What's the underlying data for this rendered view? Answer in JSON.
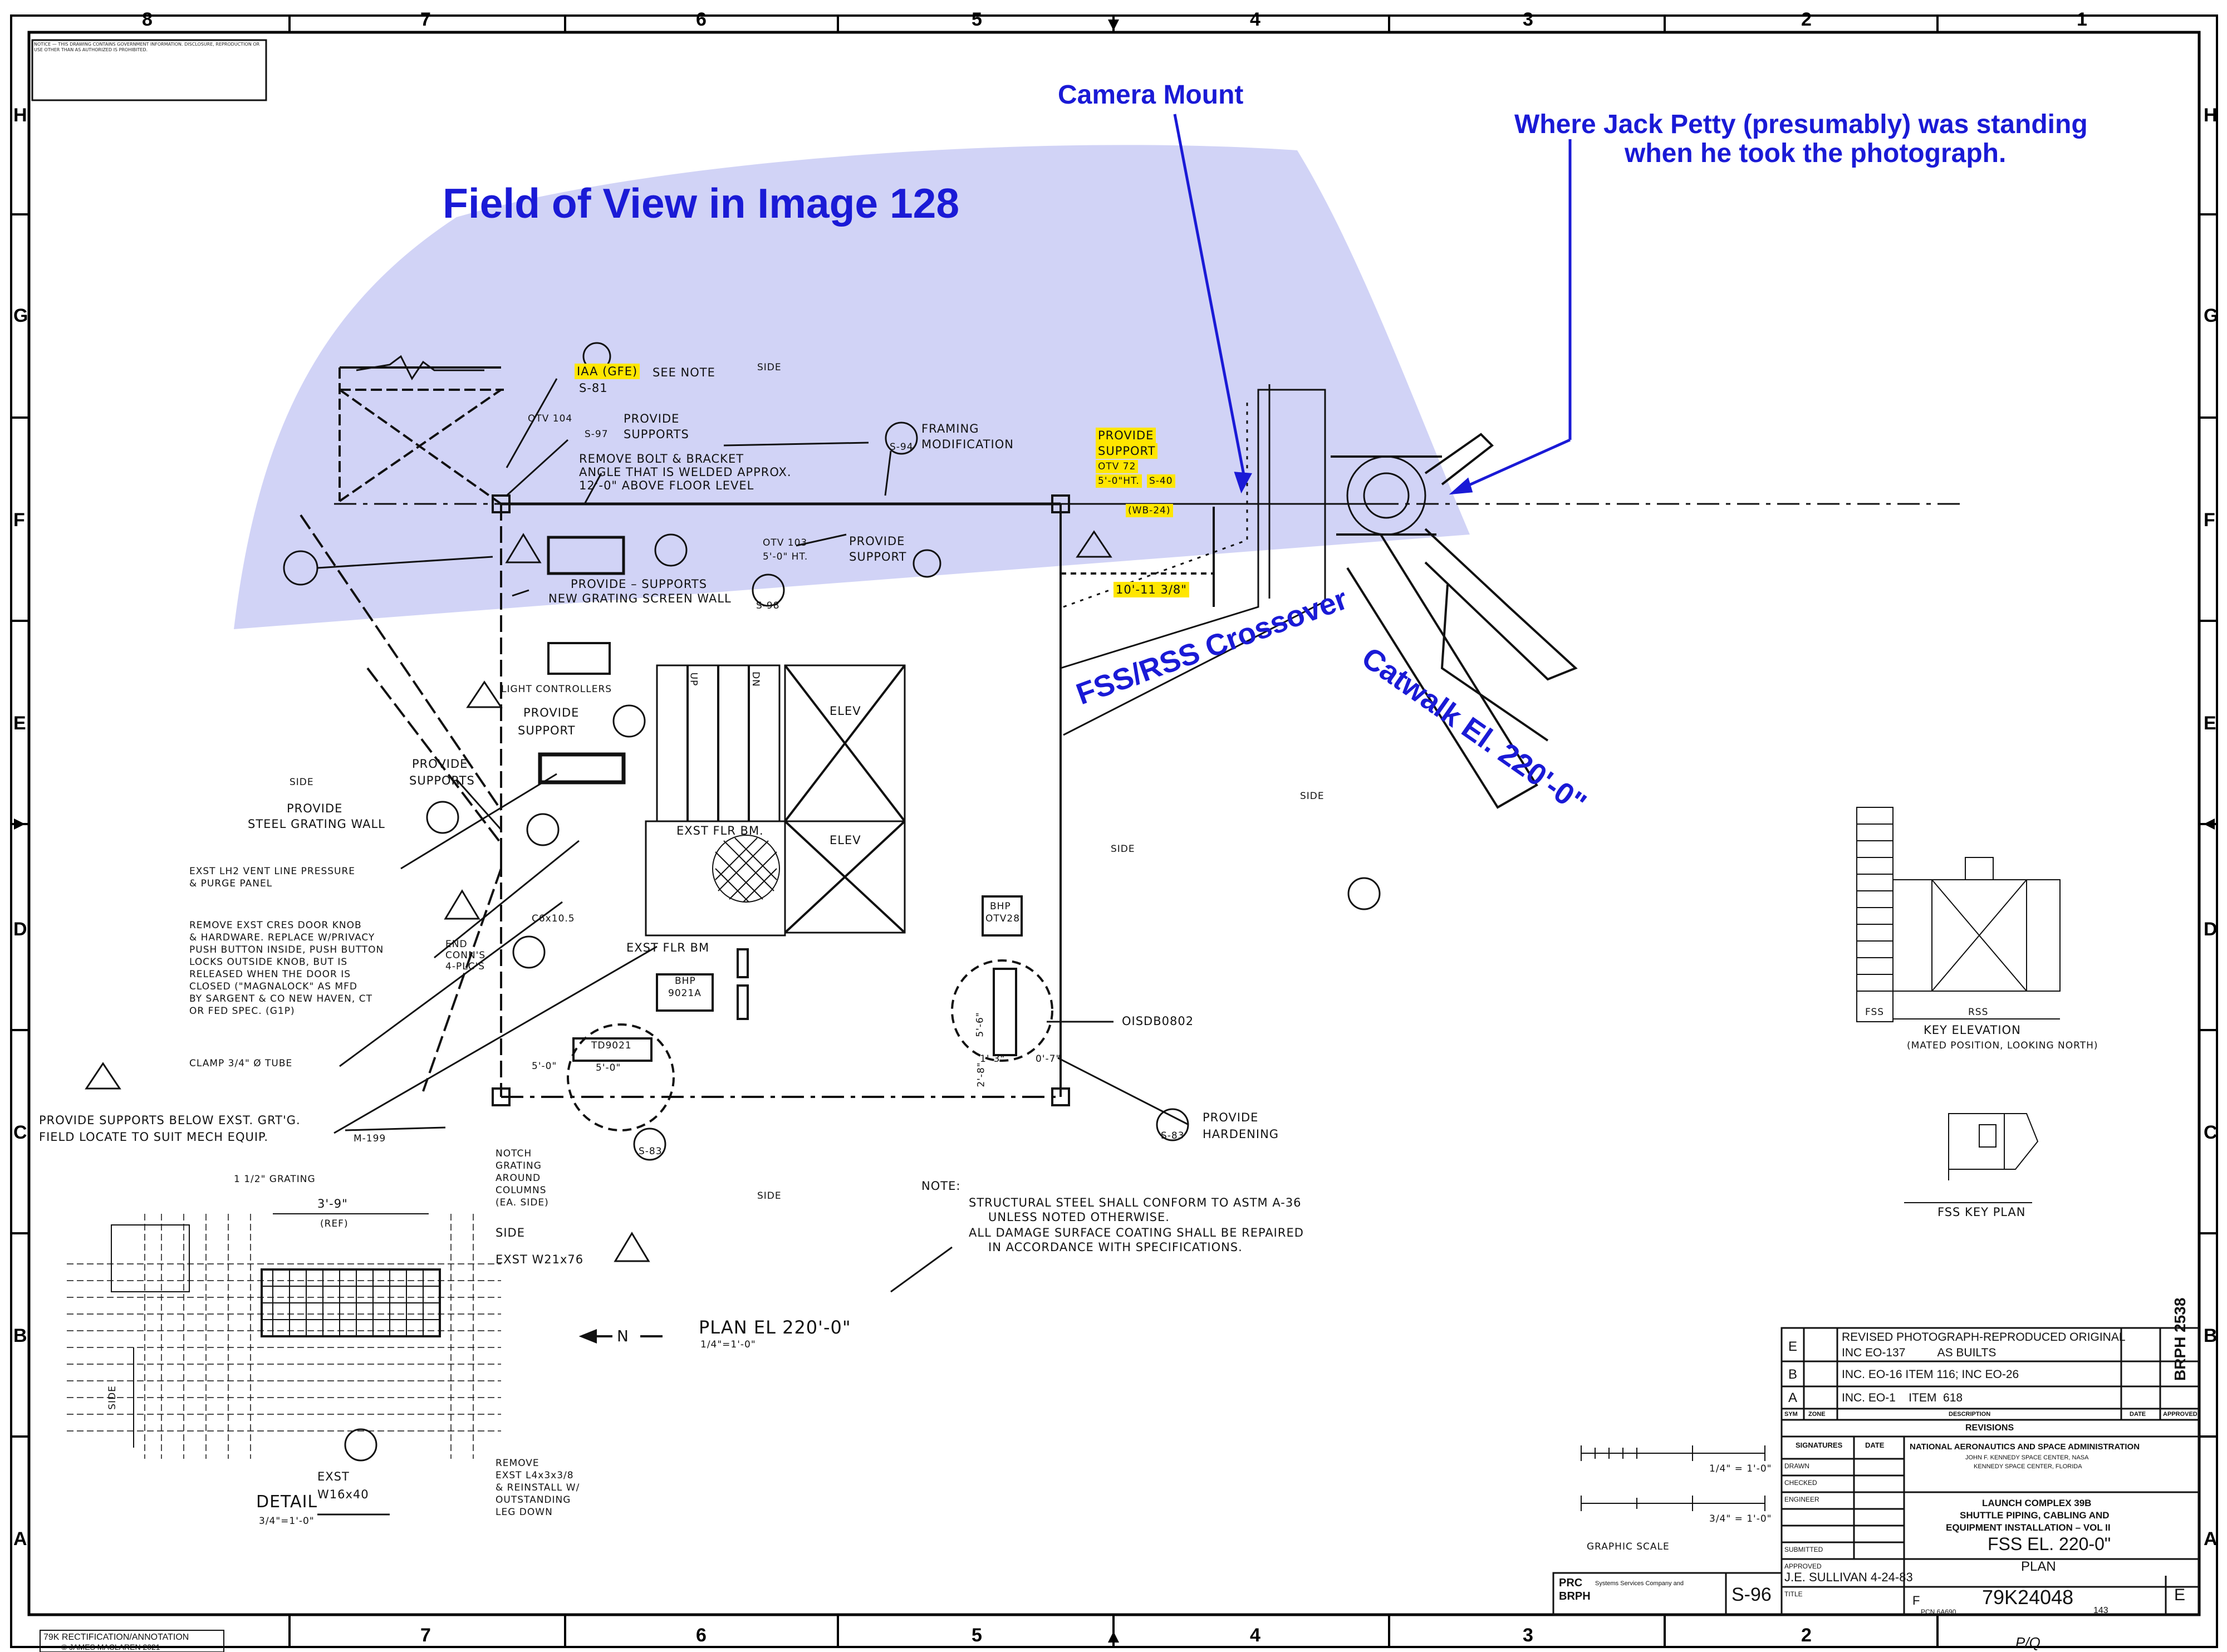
{
  "annotations": {
    "field_of_view": "Field of View in Image 128",
    "camera_mount": "Camera Mount",
    "jack_petty_line1": "Where Jack Petty (presumably) was standing",
    "jack_petty_line2": "when he took the photograph.",
    "crossover": "FSS/RSS Crossover",
    "catwalk": "Catwalk El. 220'-0\""
  },
  "border": {
    "top_numbers": [
      "8",
      "7",
      "6",
      "5",
      "4",
      "3",
      "2",
      "1"
    ],
    "side_letters": [
      "H",
      "G",
      "F",
      "E",
      "D",
      "C",
      "B",
      "A"
    ]
  },
  "notice_text": "NOTICE — THIS DRAWING CONTAINS GOVERNMENT INFORMATION. DISCLOSURE, REPRODUCTION OR USE OTHER THAN AS AUTHORIZED IS PROHIBITED.",
  "callouts": {
    "iaa": "IAA (GFE)",
    "see_note": "SEE NOTE",
    "s81": "S-81",
    "side1_top": "SIDE",
    "otv104": "OTV 104",
    "provide_supports_s97": "PROVIDE",
    "supports": "SUPPORTS",
    "s97": "S-97",
    "remove_bolt_1": "REMOVE BOLT & BRACKET",
    "remove_bolt_2": "ANGLE THAT IS WELDED APPROX.",
    "remove_bolt_3": "12'-0\" ABOVE FLOOR LEVEL",
    "framing_1": "FRAMING",
    "framing_2": "MODIFICATION",
    "s94": "S-94",
    "provide_support_hl_1": "PROVIDE",
    "provide_support_hl_2": "SUPPORT",
    "otv72": "OTV 72",
    "hts": "5'-0\"HT.",
    "s40": "S-40",
    "wb24": "(WB-24)",
    "otv103": "OTV 103",
    "ht_s40": "5'-0\" HT.",
    "provide_support_2a": "PROVIDE",
    "provide_support_2b": "SUPPORT",
    "dim_10_11": "10'-11 3/8\"",
    "provide_supports_grating_1": "PROVIDE – SUPPORTS",
    "provide_supports_grating_2": "NEW GRATING SCREEN WALL",
    "s98": "S-98",
    "light_controllers": "LIGHT CONTROLLERS",
    "provide_support_3a": "PROVIDE",
    "provide_support_3b": "SUPPORT",
    "elev1": "ELEV",
    "elev2": "ELEV",
    "up": "UP",
    "dn": "DN",
    "side4": "SIDE",
    "provide_supports_4a": "PROVIDE",
    "provide_supports_4b": "SUPPORTS",
    "provide_wall_1": "PROVIDE",
    "provide_wall_2": "STEEL GRATING WALL",
    "exst_flr_bm": "EXST FLR BM.",
    "exst_flr_bm2": "EXST FLR BM",
    "exst_lh2_1": "EXST LH2 VENT LINE PRESSURE",
    "exst_lh2_2": "& PURGE PANEL",
    "remove_door_1": "REMOVE EXST CRES DOOR KNOB",
    "remove_door_2": "& HARDWARE. REPLACE W/PRIVACY",
    "remove_door_3": "PUSH BUTTON INSIDE, PUSH BUTTON",
    "remove_door_4": "LOCKS OUTSIDE KNOB, BUT IS",
    "remove_door_5": "RELEASED WHEN THE DOOR IS",
    "remove_door_6": "CLOSED (\"MAGNALOCK\" AS MFD",
    "remove_door_7": "BY SARGENT & CO NEW HAVEN, CT",
    "remove_door_8": "OR FED SPEC. (G1P)",
    "end_conns_1": "END",
    "end_conns_2": "CONN'S",
    "end_conns_3": "4-PLC'S",
    "c6": "C6x10.5",
    "bhp9021a_1": "BHP",
    "bhp9021a_2": "9021A",
    "bhp_otv28_1": "BHP",
    "bhp_otv28_2": "OTV28",
    "side2": "SIDE",
    "side5": "SIDE",
    "oisdb": "OISDB0802",
    "td9021": "TD9021",
    "dim_5_0": "5'-0\"",
    "dim_5_0b": "5'-0\"",
    "dim_5_6": "5'-6\"",
    "dim_1_3": "1'-3\"",
    "dim_0_7": "0'-7\"",
    "dim_2_8": "2'-8\"",
    "clamp": "CLAMP 3/4\" Ø TUBE",
    "provide_below_1": "PROVIDE SUPPORTS BELOW EXST. GRT'G.",
    "provide_below_2": "FIELD LOCATE TO SUIT MECH EQUIP.",
    "m199": "M-199",
    "s83": "S-83",
    "provide_hardening_1": "PROVIDE",
    "provide_hardening_2": "HARDENING",
    "s83b": "S-83",
    "side3": "SIDE",
    "one_half_grating": "1 1/2\" GRATING",
    "dim_3_9": "3'-9\"",
    "ref": "(REF)",
    "notch_1": "NOTCH",
    "notch_2": "GRATING",
    "notch_3": "AROUND",
    "notch_4": "COLUMNS",
    "notch_5": "(EA. SIDE)",
    "side1_det": "SIDE",
    "exst_w21": "EXST W21x76",
    "side4_det": "SIDE",
    "exst_w16": "EXST",
    "exst_w16b": "W16x40",
    "remove_l_1": "REMOVE",
    "remove_l_2": "EXST L4x3x3/8",
    "remove_l_3": "& REINSTALL W/",
    "remove_l_4": "OUTSTANDING",
    "remove_l_5": "LEG DOWN",
    "detail": "DETAIL",
    "detail_scale": "3/4\"=1'-0\"",
    "north": "N",
    "plan_title": "PLAN EL 220'-0\"",
    "plan_scale": "1/4\"=1'-0\"",
    "note_head": "NOTE:",
    "note1a": "STRUCTURAL STEEL SHALL CONFORM TO ASTM A-36",
    "note1b": "UNLESS NOTED OTHERWISE.",
    "note2a": "ALL DAMAGE SURFACE COATING SHALL BE REPAIRED",
    "note2b": "IN ACCORDANCE WITH SPECIFICATIONS.",
    "key_elev": "KEY ELEVATION",
    "key_elev_sub": "(MATED POSITION, LOOKING NORTH)",
    "fss_key_plan": "FSS KEY PLAN",
    "fss": "FSS",
    "rss": "RSS",
    "graphic_scale": "GRAPHIC SCALE",
    "scale1": "1/4\" = 1'-0\"",
    "scale2": "3/4\" = 1'-0\""
  },
  "title_block": {
    "revisions": [
      {
        "sym": "E",
        "desc": "REVISED PHOTOGRAPH-REPRODUCED ORIGINAL",
        "desc2": "INC EO-137          AS BUILTS"
      },
      {
        "sym": "B",
        "desc": "INC. EO-16  ITEM 116; INC EO-26",
        "desc2": ""
      },
      {
        "sym": "A",
        "desc": "INC. EO-1    ITEM  618",
        "desc2": ""
      }
    ],
    "rev_headers": [
      "SYM",
      "ZONE",
      "DESCRIPTION",
      "DATE",
      "APPROVED"
    ],
    "revisions_label": "REVISIONS",
    "signatures": "SIGNATURES",
    "date": "DATE",
    "drawn": "DRAWN",
    "checked": "CHECKED",
    "engineer": "ENGINEER",
    "submitted": "SUBMITTED",
    "approved": "APPROVED",
    "approved_by": "J.E. SULLIVAN 4-24-83",
    "title_label": "TITLE",
    "agency": "NATIONAL AERONAUTICS AND SPACE ADMINISTRATION",
    "agency2": "JOHN F. KENNEDY SPACE CENTER, NASA",
    "agency3": "KENNEDY SPACE CENTER, FLORIDA",
    "project1": "LAUNCH COMPLEX 39B",
    "project2": "SHUTTLE PIPING, CABLING AND",
    "project3": "EQUIPMENT INSTALLATION – VOL II",
    "sheet_title": "FSS  EL. 220-0\"",
    "sheet_sub": "PLAN",
    "prc1": "PRC",
    "prc2": "BRPH",
    "prc_text": "Systems Services Company and",
    "sheet_num": "S-96",
    "size": "F",
    "dwg_no": "79K24048",
    "rev": "E",
    "pcn": "PCN 6A690",
    "sheet": "143",
    "side_label": "BRPH 2538",
    "pq": "P/Q"
  },
  "credit": {
    "line1": "79K RECTIFICATION/ANNOTATION",
    "line2": "© JAMES MACLAREN 2021"
  }
}
